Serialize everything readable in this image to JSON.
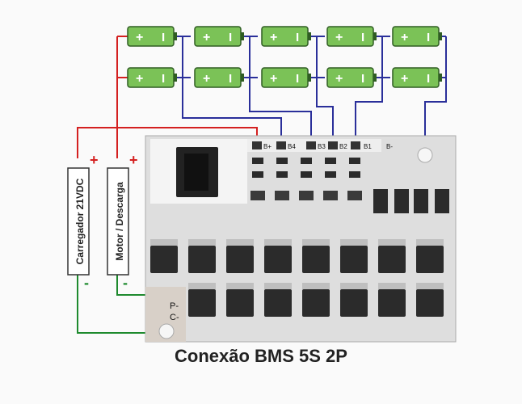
{
  "title": "Conexão BMS 5S  2P",
  "battery": {
    "plus": "+",
    "minus": "I"
  },
  "labels": {
    "charger": "Carregador 21VDC",
    "motor": "Motor / Descarga",
    "plus": "+",
    "minus": "-"
  },
  "board_pads": {
    "bplus": "B+",
    "b4": "B4",
    "b3": "B3",
    "b2": "B2",
    "b1": "B1",
    "bminus": "B-",
    "pminus": "P-",
    "cminus": "C-"
  },
  "colors": {
    "battery_fill": "#7bc257",
    "battery_stroke": "#2f5d23",
    "wire_blue": "#2a2f9a",
    "wire_red": "#d42020",
    "wire_green": "#1e8a2e",
    "board": "#e8e8e8",
    "chip": "#2b2b2b"
  }
}
